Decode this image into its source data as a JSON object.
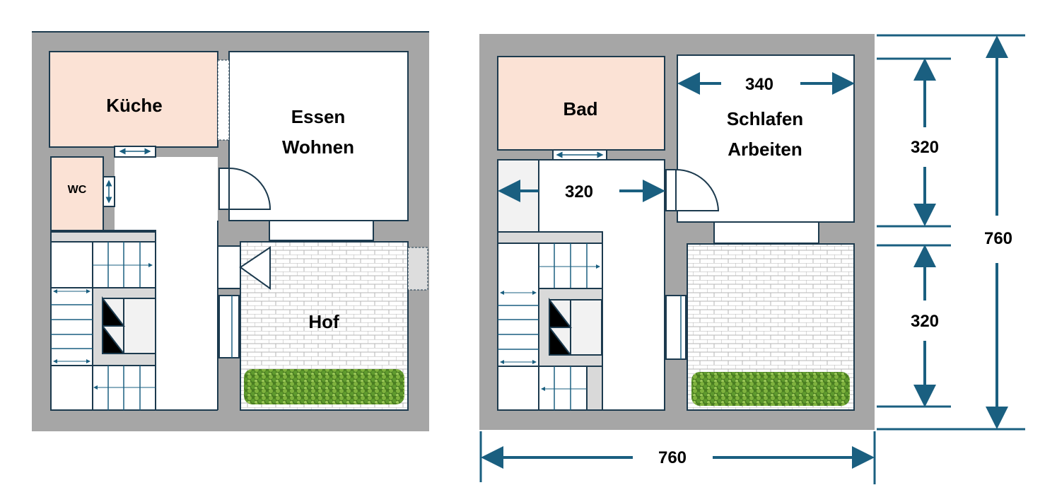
{
  "colors": {
    "wall": "#a6a6a6",
    "outline": "#1c3a4e",
    "dimension": "#1a5f80",
    "wet_room": "#fbe2d5",
    "hedge": "#4e8a2a"
  },
  "plan_existing": {
    "rooms": {
      "kitchen": "Küche",
      "dining_line1": "Essen",
      "dining_line2": "Wohnen",
      "wc": "WC",
      "courtyard": "Hof"
    }
  },
  "plan_new": {
    "rooms": {
      "bath": "Bad",
      "bedroom_line1": "Schlafen",
      "bedroom_line2": "Arbeiten",
      "courtyard": ""
    },
    "dimensions": {
      "bedroom_width": "340",
      "hall_width": "320",
      "upper_depth": "320",
      "lower_depth": "320",
      "total_depth": "760",
      "total_width": "760"
    }
  }
}
